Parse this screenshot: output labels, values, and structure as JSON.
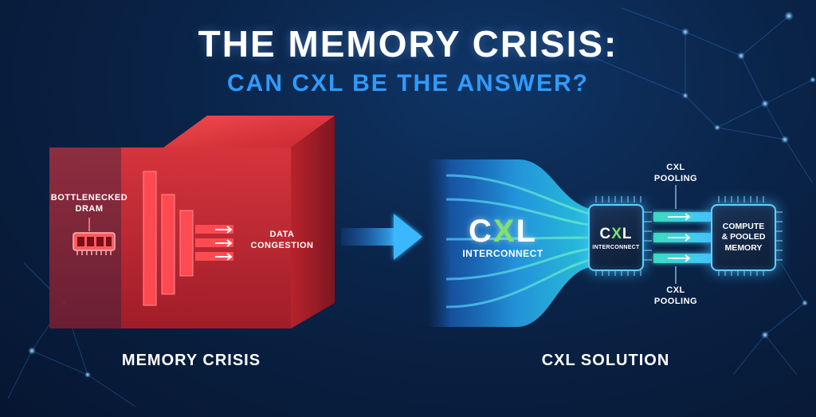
{
  "title": "THE MEMORY CRISIS:",
  "subtitle": "CAN CXL BE THE ANSWER?",
  "left": {
    "dram_label_line1": "BOTTLENECKED",
    "dram_label_line2": "DRAM",
    "congestion_line1": "DATA",
    "congestion_line2": "CONGESTION",
    "section_label": "MEMORY CRISIS"
  },
  "right": {
    "cxl_logo_prefix": "C",
    "cxl_logo_x": "X",
    "cxl_logo_suffix": "L",
    "cxl_interconnect": "INTERCONNECT",
    "chip_logo_prefix": "C",
    "chip_logo_x": "X",
    "chip_logo_suffix": "L",
    "chip_interconnect": "INTERCONNECT",
    "pooling_top_line1": "CXL",
    "pooling_top_line2": "POOLING",
    "pooling_bottom_line1": "CXL",
    "pooling_bottom_line2": "POOLING",
    "compute_line1": "COMPUTE",
    "compute_line2": "& POOLED",
    "compute_line3": "MEMORY",
    "section_label": "CXL SOLUTION"
  },
  "colors": {
    "crisis_red": "#d42b33",
    "cxl_blue": "#2f9bff",
    "cxl_green": "#7fe26a",
    "chip_glow": "#5fd0ff"
  }
}
